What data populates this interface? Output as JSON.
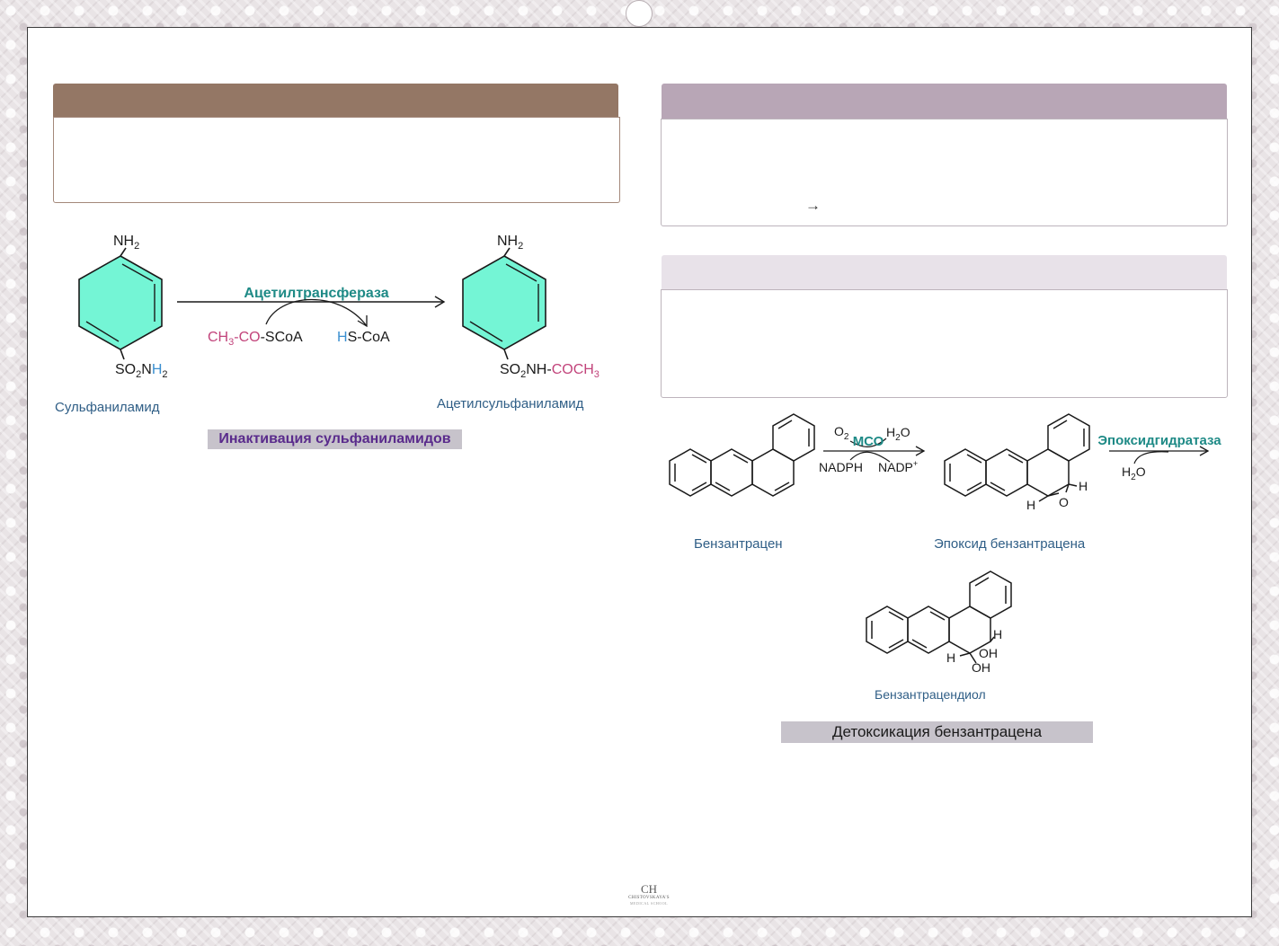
{
  "colors": {
    "header_brown": "#947765",
    "header_mauve": "#b8a6b6",
    "header_light": "#e8e2e9",
    "ring_fill": "#74f5d5",
    "teal": "#1e8a86",
    "magenta": "#c2447b",
    "blue": "#3b8fd0",
    "caption_blue": "#2f5e86",
    "purple_text": "#5a2b8c",
    "label_gray": "#c7c3cb"
  },
  "sulfa": {
    "substrate_top": "NH",
    "substrate_top_sub": "2",
    "substrate_bottom_a": "SO",
    "substrate_bottom_sub": "2",
    "substrate_bottom_b": "N",
    "substrate_bottom_h": "H",
    "substrate_bottom_sub2": "2",
    "enzyme": "Ацетилтрансфераза",
    "cofactor_in_a": "CH",
    "cofactor_in_sub": "3",
    "cofactor_in_b": "-CO",
    "cofactor_in_c": "-SCoA",
    "cofactor_out_h": "H",
    "cofactor_out_rest": "S-CoA",
    "product_top": "NH",
    "product_top_sub": "2",
    "product_bottom_a": "SO",
    "product_bottom_sub": "2",
    "product_bottom_b": "NH-",
    "product_bottom_c": "COCH",
    "product_bottom_sub2": "3",
    "substrate_name": "Сульфаниламид",
    "product_name": "Ацетилсульфаниламид",
    "label": "Инактивация сульфаниламидов"
  },
  "arrow_glyph": "→",
  "benz": {
    "o2": "O",
    "o2_sub": "2",
    "enzyme": "МСО",
    "h2o": "H",
    "h2o_sub": "2",
    "h2o_o": "O",
    "nadph": "NADPH",
    "nadp": "NADP",
    "nadp_sup": "+",
    "epoxide_h1": "H",
    "epoxide_h2": "H",
    "epoxide_o": "O",
    "hydratase": "Эпоксидгидратаза",
    "hydratase_h2o": "H",
    "hydratase_h2o_sub": "2",
    "hydratase_h2o_o": "O",
    "diol_h1": "H",
    "diol_h2": "H",
    "diol_oh1": "OH",
    "diol_oh2": "OH",
    "name_substrate": "Бензантрацен",
    "name_epoxide": "Эпоксид бензантрацена",
    "name_diol": "Бензантрацендиол",
    "label": "Детоксикация бензантрацена"
  },
  "logo": {
    "mark": "CH",
    "line1": "CHISTOVSKAYA'S",
    "line2": "MEDICAL SCHOOL"
  }
}
